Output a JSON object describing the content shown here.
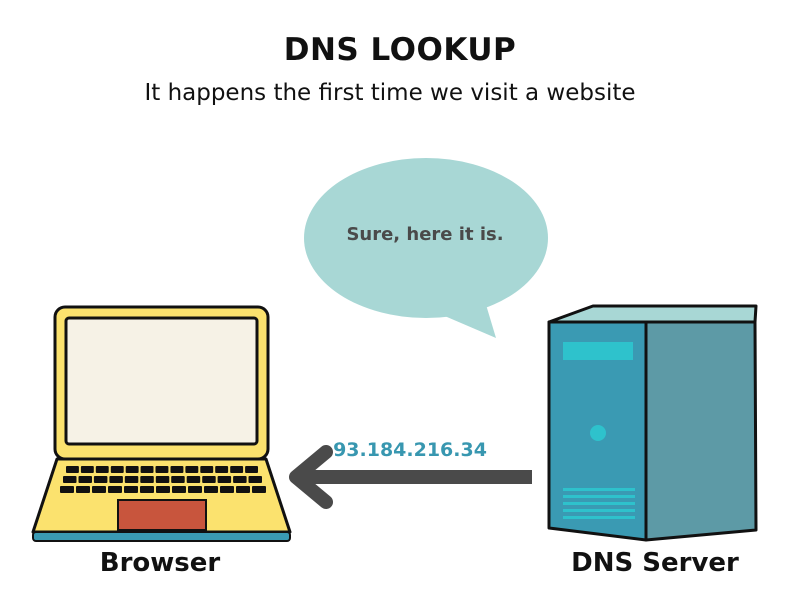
{
  "header": {
    "title": "DNS LOOKUP",
    "subtitle": "It happens the first time we visit a website"
  },
  "speech_bubble": {
    "text": "Sure, here it is."
  },
  "response": {
    "ip_address": "93.184.216.34"
  },
  "nodes": {
    "browser": {
      "label": "Browser"
    },
    "dns_server": {
      "label": "DNS Server"
    }
  },
  "colors": {
    "laptop_body": "#fbe26e",
    "laptop_screen": "#f6f2e6",
    "laptop_trackpad": "#c8553d",
    "laptop_base_edge": "#3a9ab3",
    "server_front": "#3a9ab3",
    "server_side": "#5d9aa6",
    "server_top": "#a8d7d5",
    "server_accent": "#2ec2cc",
    "bubble": "#a8d7d5",
    "arrow": "#4a4a4a",
    "ip_text": "#3897b0"
  }
}
